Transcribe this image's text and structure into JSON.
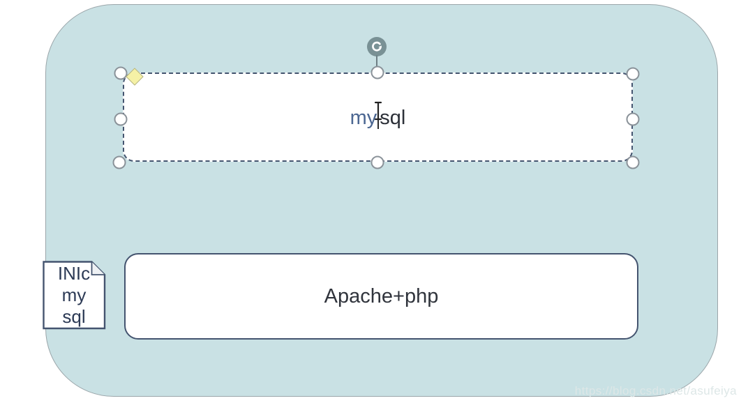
{
  "colors": {
    "container_fill": "#c9e1e4",
    "container_border": "#9aa5a9",
    "shape_border": "#44546f",
    "shape_fill": "#ffffff",
    "label_text": "#30343c",
    "note_text": "#2c3a55",
    "selection_handle_fill": "#ffffff",
    "selection_handle_border": "#8a9299",
    "adjust_diamond_fill": "#f5f1a6",
    "rotate_handle_bg": "#6d858a",
    "watermark_color": "#dde7e7"
  },
  "shapes": {
    "mysql": {
      "full_label": "mysql",
      "text_before_caret": "my",
      "text_after_caret": "sql"
    },
    "apache": {
      "label": "Apache+php"
    },
    "note": {
      "line1": "INIc",
      "line2": "my",
      "line3": "sql"
    }
  },
  "page": {
    "watermark": "https://blog.csdn.net/asufeiya"
  }
}
